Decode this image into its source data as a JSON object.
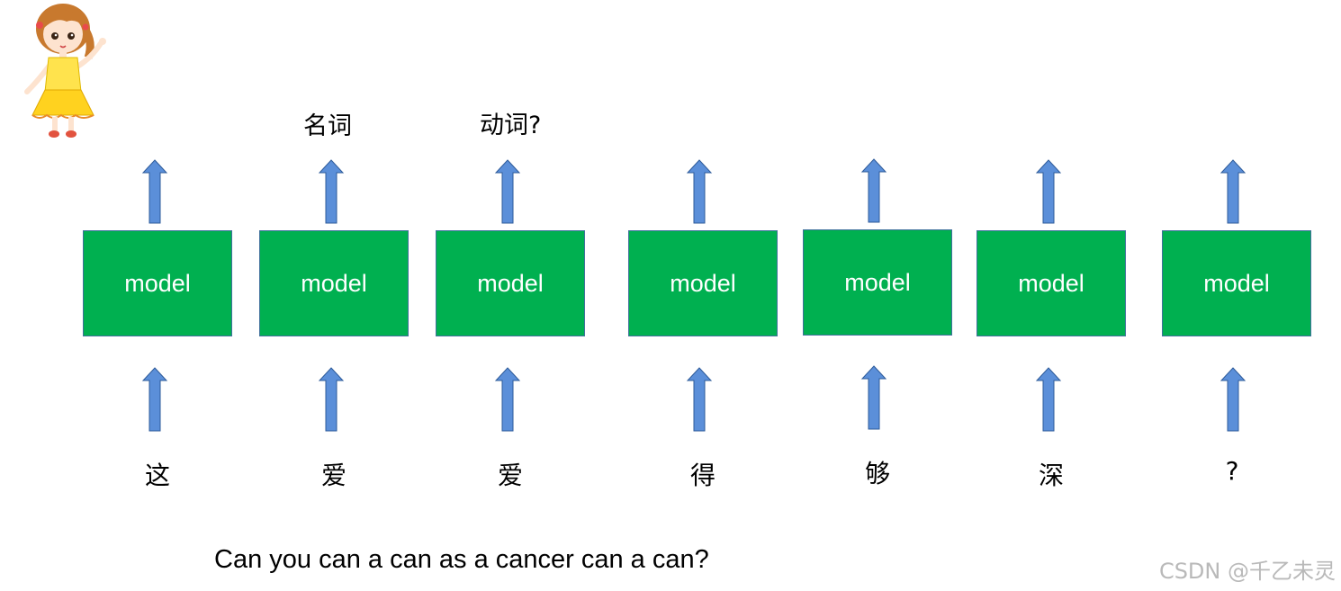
{
  "output_labels": [
    "名词",
    "动词?"
  ],
  "model_label": "model",
  "tokens": [
    "这",
    "爱",
    "爱",
    "得",
    "够",
    "深",
    "?"
  ],
  "sentence": "Can you can a can as a cancer can a can?",
  "watermark": "CSDN @千乙未灵",
  "colors": {
    "model_fill": "#00b050",
    "model_border": "#41719c",
    "arrow_fill": "#5b8fd9",
    "arrow_stroke": "#2e5b9a"
  }
}
